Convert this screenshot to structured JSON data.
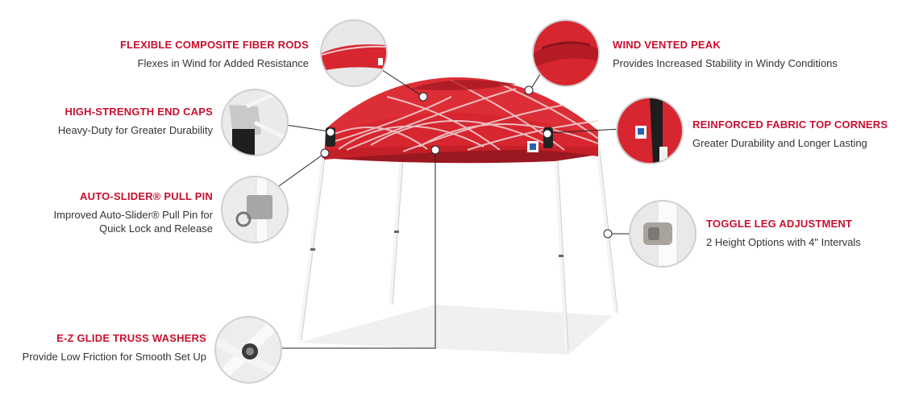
{
  "features": [
    {
      "key": "rods",
      "title": "FLEXIBLE COMPOSITE FIBER RODS",
      "desc": "Flexes in Wind for Added Resistance"
    },
    {
      "key": "caps",
      "title": "HIGH-STRENGTH END CAPS",
      "desc": "Heavy-Duty for Greater Durability"
    },
    {
      "key": "pin",
      "title": "AUTO-SLIDER® PULL PIN",
      "desc_lines": [
        "Improved Auto-Slider® Pull Pin for",
        "Quick Lock and Release"
      ]
    },
    {
      "key": "washers",
      "title": "E-Z GLIDE TRUSS WASHERS",
      "desc": "Provide Low Friction for Smooth Set Up"
    },
    {
      "key": "peak",
      "title": "WIND VENTED PEAK",
      "desc": "Provides Increased Stability in Windy Conditions"
    },
    {
      "key": "corners",
      "title": "REINFORCED FABRIC TOP CORNERS",
      "desc": "Greater Durability and Longer Lasting"
    },
    {
      "key": "toggle",
      "title": "TOGGLE LEG ADJUSTMENT",
      "desc": "2 Height Options with 4\" Intervals"
    }
  ],
  "colors": {
    "accent": "#c8102e",
    "canopy": "#d7262f",
    "canopy_dark": "#a81822",
    "frame": "#f2f2f2",
    "text": "#333333"
  },
  "icons": [
    "canopy-image",
    "detail-circle-rods",
    "detail-circle-caps",
    "detail-circle-pin",
    "detail-circle-washers",
    "detail-circle-peak",
    "detail-circle-corners",
    "detail-circle-toggle"
  ]
}
